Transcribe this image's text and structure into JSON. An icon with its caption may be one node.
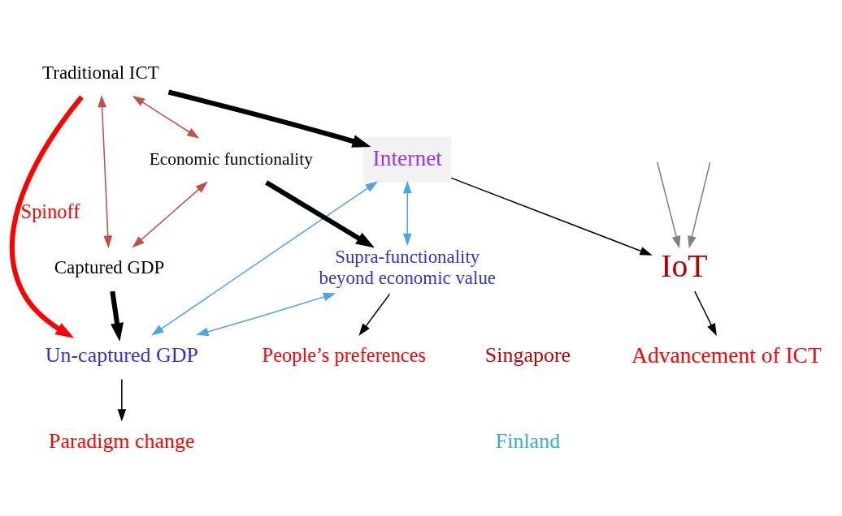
{
  "diagram": {
    "nodes": [
      {
        "text": [
          "Advancement of ICT"
        ]
      },
      {
        "text": [
          "IoT"
        ]
      },
      {
        "text": [
          "Internet"
        ]
      },
      {
        "text": [
          "Traditional ICT"
        ]
      },
      {
        "text": [
          "Captured GDP"
        ]
      },
      {
        "text": [
          "Economic functionality"
        ]
      },
      {
        "text": [
          "Un-captured GDP"
        ]
      },
      {
        "text": [
          "Paradigm change"
        ]
      },
      {
        "text": [
          "Supra-functionality",
          "beyond economic value"
        ]
      },
      {
        "text": [
          "People’s preferences"
        ]
      }
    ],
    "edges": [
      {
        "from": 1,
        "to": 0,
        "arrow": "to"
      },
      {
        "from": 2,
        "to": 1,
        "arrow": "to"
      },
      {
        "from": null,
        "to": 1,
        "arrow": "to",
        "color": "#808080"
      },
      {
        "from": null,
        "to": 1,
        "arrow": "to",
        "color": "#808080"
      },
      {
        "from": 3,
        "to": 2,
        "arrow": "to",
        "style": "thick"
      },
      {
        "from": 2,
        "to": 8,
        "arrow": "both",
        "color": "#4da6e8"
      },
      {
        "from": 2,
        "to": 6,
        "arrow": "both",
        "color": "#4da6e8"
      },
      {
        "from": 3,
        "to": 6,
        "arrow": "to",
        "label": "Spinoff",
        "style": "thick",
        "color": "#ff0000"
      },
      {
        "from": 3,
        "to": 5,
        "arrow": "both",
        "color": "#c0504d"
      },
      {
        "from": 3,
        "to": 4,
        "arrow": "both",
        "color": "#c0504d"
      },
      {
        "from": 4,
        "to": 6,
        "arrow": "to",
        "style": "thick"
      },
      {
        "from": 6,
        "to": 7,
        "arrow": "to"
      },
      {
        "from": 5,
        "to": 8,
        "arrow": "to",
        "style": "thick"
      },
      {
        "from": 5,
        "to": 4,
        "arrow": "both",
        "color": "#c0504d"
      },
      {
        "from": 8,
        "to": 6,
        "arrow": "both",
        "color": "#4da6e8"
      },
      {
        "from": 8,
        "to": 9,
        "arrow": "to"
      }
    ],
    "labels": [
      "Singapore",
      "Finland"
    ]
  }
}
